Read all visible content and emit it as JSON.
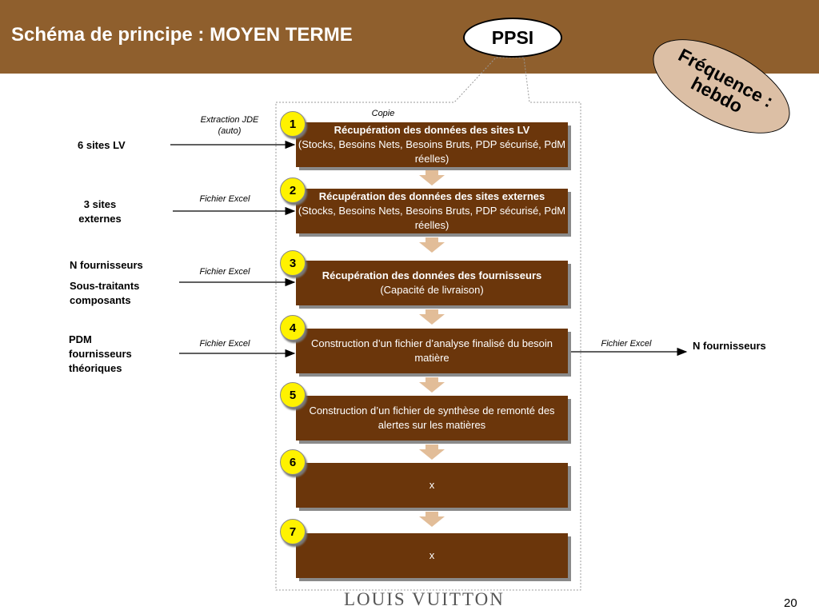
{
  "header": {
    "title": "Schéma de principe : MOYEN TERME"
  },
  "ppsi": "PPSI",
  "frequence": "Fréquence : hebdo",
  "copie_label": "Copie",
  "notes": {
    "jde": "Extraction JDE (auto)",
    "excel_1": "Fichier Excel",
    "excel_2": "Fichier Excel",
    "excel_3": "Fichier Excel",
    "excel_out": "Fichier Excel"
  },
  "sources": {
    "sites_lv": "6 sites LV",
    "sites_externes": "3 sites externes",
    "n_fournisseurs": "N fournisseurs",
    "sous_traitants": "Sous-traitants composants",
    "pdm": "PDM fournisseurs théoriques",
    "output": "N fournisseurs"
  },
  "steps": [
    {
      "num": "1",
      "title": "Récupération des données des sites LV",
      "detail": "(Stocks, Besoins Nets, Besoins Bruts, PDP sécurisé, PdM réelles)"
    },
    {
      "num": "2",
      "title": "Récupération des données des sites externes",
      "detail": "(Stocks, Besoins Nets, Besoins Bruts, PDP sécurisé, PdM réelles)"
    },
    {
      "num": "3",
      "title": "Récupération des données des fournisseurs",
      "detail": "(Capacité de livraison)"
    },
    {
      "num": "4",
      "title": "",
      "detail": "Construction d’un fichier d’analyse finalisé du besoin matière"
    },
    {
      "num": "5",
      "title": "",
      "detail": "Construction d’un fichier de synthèse de remonté des alertes sur les matières"
    },
    {
      "num": "6",
      "title": "",
      "detail": "x"
    },
    {
      "num": "7",
      "title": "",
      "detail": "x"
    }
  ],
  "logo": "LOUIS VUITTON",
  "page_number": "20",
  "colors": {
    "header": "#8f5f2d",
    "step_box": "#6b360b",
    "badge": "#fff200",
    "frequence": "#dcbfa5",
    "connector": "#e2bd98"
  }
}
